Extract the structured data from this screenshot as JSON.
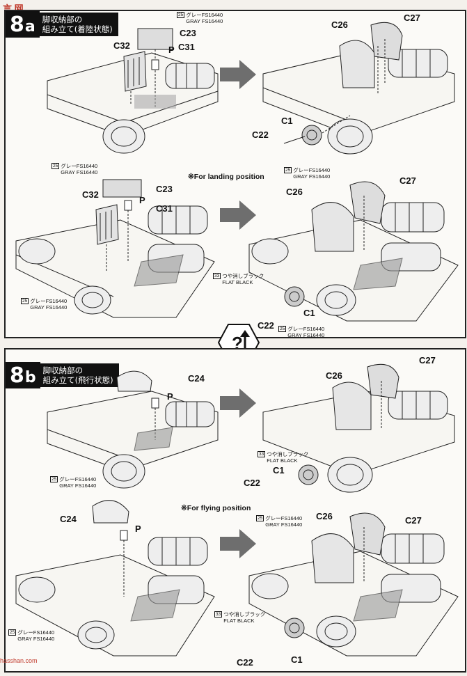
{
  "watermark": {
    "top": "言 网",
    "side": "hasshan.com"
  },
  "swap_icon": {
    "symbol": "?"
  },
  "step8a": {
    "num": "8",
    "letter": "a",
    "title_line1": "脚収納部の",
    "title_line2": "組み立て(着陸状態)",
    "mode_note": "※For landing position",
    "labels": {
      "c23_top": "C23",
      "c32_top": "C32",
      "p_top": "P",
      "c31_top": "C31",
      "c26_top": "C26",
      "c27_top": "C27",
      "c1_top": "C1",
      "c22_top": "C22",
      "c23_mid": "C23",
      "c32_mid": "C32",
      "p_mid": "P",
      "c31_mid": "C31",
      "c26_mid": "C26",
      "c27_mid": "C27",
      "c1_mid": "C1",
      "c22_mid": "C22"
    },
    "paints": {
      "gray_top": {
        "num": "25",
        "jp": "グレーFS16440",
        "en": "GRAY FS16440"
      },
      "gray_left": {
        "num": "25",
        "jp": "グレーFS16440",
        "en": "GRAY FS16440"
      },
      "gray_right": {
        "num": "25",
        "jp": "グレーFS16440",
        "en": "GRAY FS16440"
      },
      "gray_lower_left": {
        "num": "25",
        "jp": "グレーFS16440",
        "en": "GRAY FS16440"
      },
      "black_lower": {
        "num": "33",
        "jp": "つや消しブラック",
        "en": "FLAT BLACK"
      },
      "gray_lower_right": {
        "num": "25",
        "jp": "グレーFS16440",
        "en": "GRAY FS16440"
      }
    }
  },
  "step8b": {
    "num": "8",
    "letter": "b",
    "title_line1": "脚収納部の",
    "title_line2": "組み立て(飛行状態)",
    "mode_note": "※For flying position",
    "labels": {
      "c24_top": "C24",
      "p_top": "P",
      "c26_top": "C26",
      "c27_top": "C27",
      "c1_top": "C1",
      "c22_top": "C22",
      "c24_mid": "C24",
      "p_mid": "P",
      "c26_mid": "C26",
      "c27_mid": "C27",
      "c1_mid": "C1",
      "c22_mid": "C22"
    },
    "paints": {
      "gray_left": {
        "num": "25",
        "jp": "グレーFS16440",
        "en": "GRAY FS16440"
      },
      "black_top": {
        "num": "33",
        "jp": "つや消しブラック",
        "en": "FLAT BLACK"
      },
      "gray_right": {
        "num": "25",
        "jp": "グレーFS16440",
        "en": "GRAY FS16440"
      },
      "gray_lower_left": {
        "num": "25",
        "jp": "グレーFS16440",
        "en": "GRAY FS16440"
      },
      "black_lower": {
        "num": "33",
        "jp": "つや消しブラック",
        "en": "FLAT BLACK"
      }
    }
  },
  "colors": {
    "ink": "#111111",
    "paper": "#fbfaf7",
    "arrow": "#6e6e6e",
    "watermark": "#c0392b"
  }
}
